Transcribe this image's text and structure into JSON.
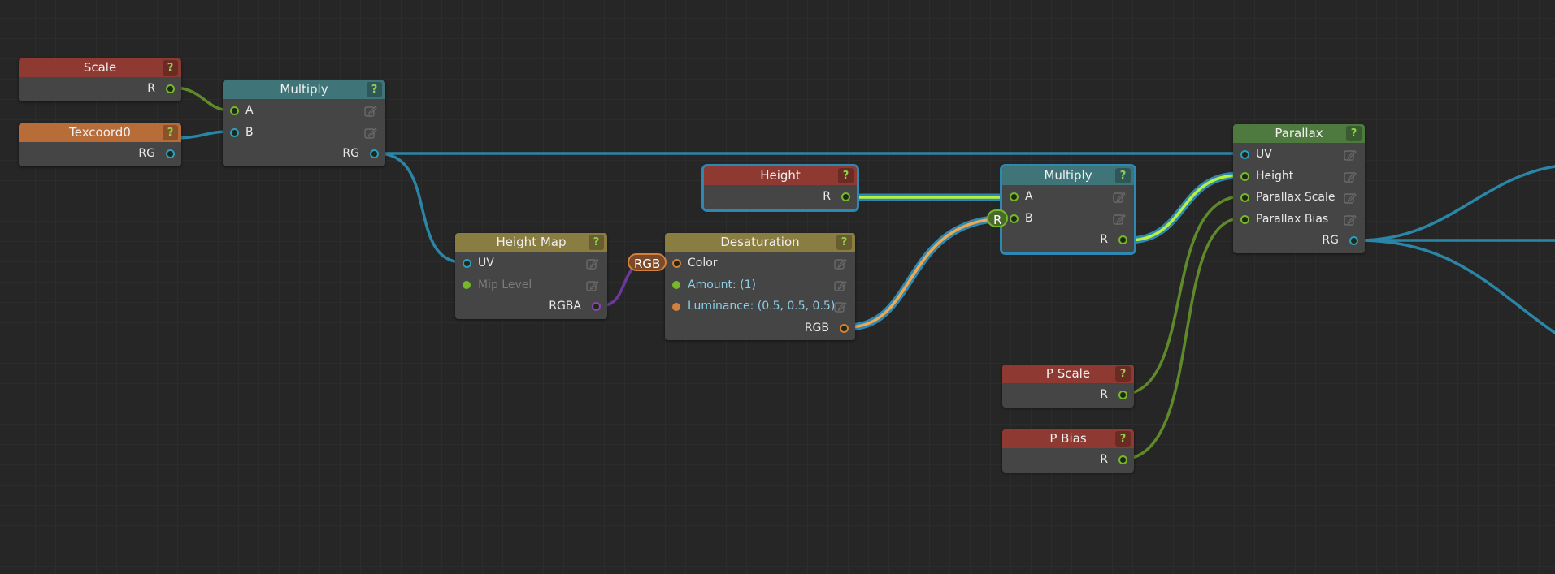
{
  "colors": {
    "scalar": "#76b82a",
    "vec2": "#2b9ec4",
    "vec3": "#d4803a",
    "vec4": "#8b44b8",
    "highlight": "#b8f040",
    "header_param": "#8e3a32",
    "header_attr": "#b86c38",
    "header_math": "#3f7478",
    "header_texture": "#8a7d42",
    "header_output": "#4e7a40"
  },
  "help_label": "?",
  "nodes": [
    {
      "id": "scale",
      "title": "Scale",
      "header": "header_param",
      "inputs": [],
      "outputs": [
        {
          "label": "R",
          "type": "scalar"
        }
      ]
    },
    {
      "id": "texcoord0",
      "title": "Texcoord0",
      "header": "header_attr",
      "inputs": [],
      "outputs": [
        {
          "label": "RG",
          "type": "vec2"
        }
      ]
    },
    {
      "id": "multiply1",
      "title": "Multiply",
      "header": "header_math",
      "inputs": [
        {
          "label": "A",
          "type": "scalar"
        },
        {
          "label": "B",
          "type": "vec2"
        }
      ],
      "outputs": [
        {
          "label": "RG",
          "type": "vec2"
        }
      ]
    },
    {
      "id": "heightmap",
      "title": "Height Map",
      "header": "header_texture",
      "inputs": [
        {
          "label": "UV",
          "type": "vec2"
        },
        {
          "label": "Mip Level",
          "type": "scalar",
          "style": "dim",
          "solid": true
        }
      ],
      "outputs": [
        {
          "label": "RGBA",
          "type": "vec4"
        }
      ]
    },
    {
      "id": "desaturation",
      "title": "Desaturation",
      "header": "header_texture",
      "inputs": [
        {
          "label": "Color",
          "type": "vec3"
        },
        {
          "label": "Amount: (1)",
          "type": "scalar",
          "style": "val",
          "solid": true
        },
        {
          "label": "Luminance: (0.5, 0.5, 0.5)",
          "type": "vec3",
          "style": "val",
          "solid": true
        }
      ],
      "outputs": [
        {
          "label": "RGB",
          "type": "vec3"
        }
      ]
    },
    {
      "id": "height",
      "title": "Height",
      "header": "header_param",
      "selected": true,
      "inputs": [],
      "outputs": [
        {
          "label": "R",
          "type": "scalar"
        }
      ]
    },
    {
      "id": "multiply2",
      "title": "Multiply",
      "header": "header_math",
      "selected": true,
      "inputs": [
        {
          "label": "A",
          "type": "scalar"
        },
        {
          "label": "B",
          "type": "scalar"
        }
      ],
      "outputs": [
        {
          "label": "R",
          "type": "scalar"
        }
      ]
    },
    {
      "id": "parallax",
      "title": "Parallax",
      "header": "header_output",
      "inputs": [
        {
          "label": "UV",
          "type": "vec2"
        },
        {
          "label": "Height",
          "type": "scalar"
        },
        {
          "label": "Parallax Scale",
          "type": "scalar"
        },
        {
          "label": "Parallax Bias",
          "type": "scalar"
        }
      ],
      "outputs": [
        {
          "label": "RG",
          "type": "vec2"
        }
      ]
    },
    {
      "id": "pscale",
      "title": "P Scale",
      "header": "header_param",
      "inputs": [],
      "outputs": [
        {
          "label": "R",
          "type": "scalar"
        }
      ]
    },
    {
      "id": "pbias",
      "title": "P Bias",
      "header": "header_param",
      "inputs": [],
      "outputs": [
        {
          "label": "R",
          "type": "scalar"
        }
      ]
    }
  ],
  "swizzle_bubbles": [
    {
      "label": "RGB",
      "type": "vec3"
    },
    {
      "label": "R",
      "type": "scalar"
    }
  ]
}
